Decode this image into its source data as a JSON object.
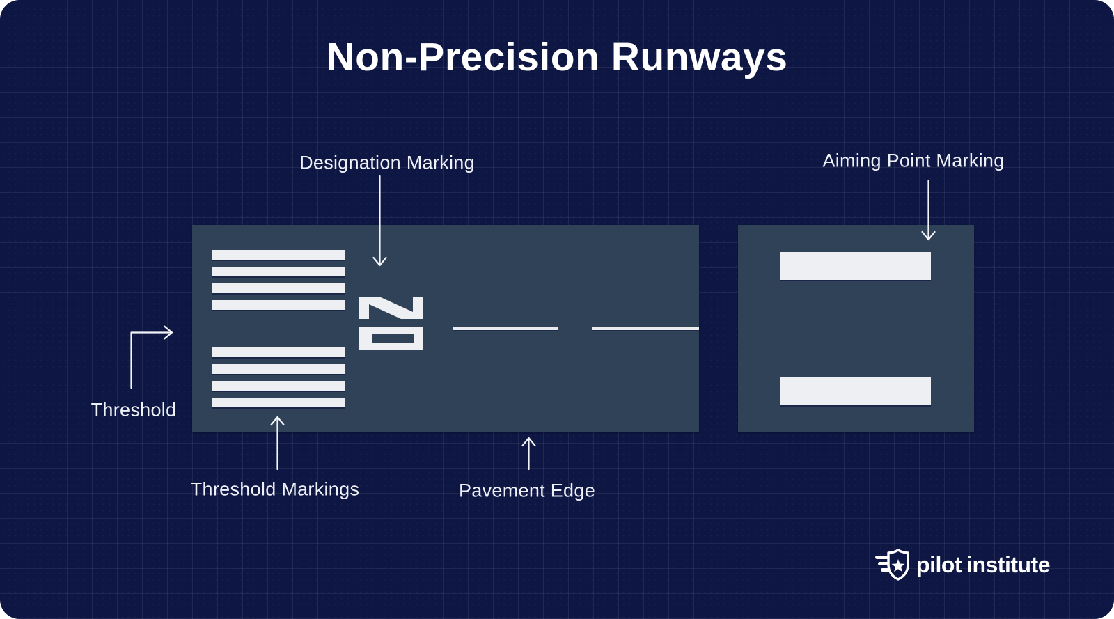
{
  "title": "Non-Precision Runways",
  "labels": {
    "designation_marking": "Designation Marking",
    "aiming_point_marking": "Aiming Point Marking",
    "threshold": "Threshold",
    "threshold_markings": "Threshold Markings",
    "pavement_edge": "Pavement Edge"
  },
  "runway": {
    "designation_number": "20",
    "threshold_stripe_groups": 2,
    "stripes_per_group": 4,
    "centerline_dashes": 2,
    "aiming_point_bars": 2
  },
  "logo": {
    "word1": "pilot",
    "word2": "institute"
  },
  "colors": {
    "canvas_navy": "#0e1643",
    "grid_line": "rgba(255,255,255,0.075)",
    "pavement_slate": "#304257",
    "marking_white": "#edeff2",
    "label_text": "#eef1f7"
  }
}
